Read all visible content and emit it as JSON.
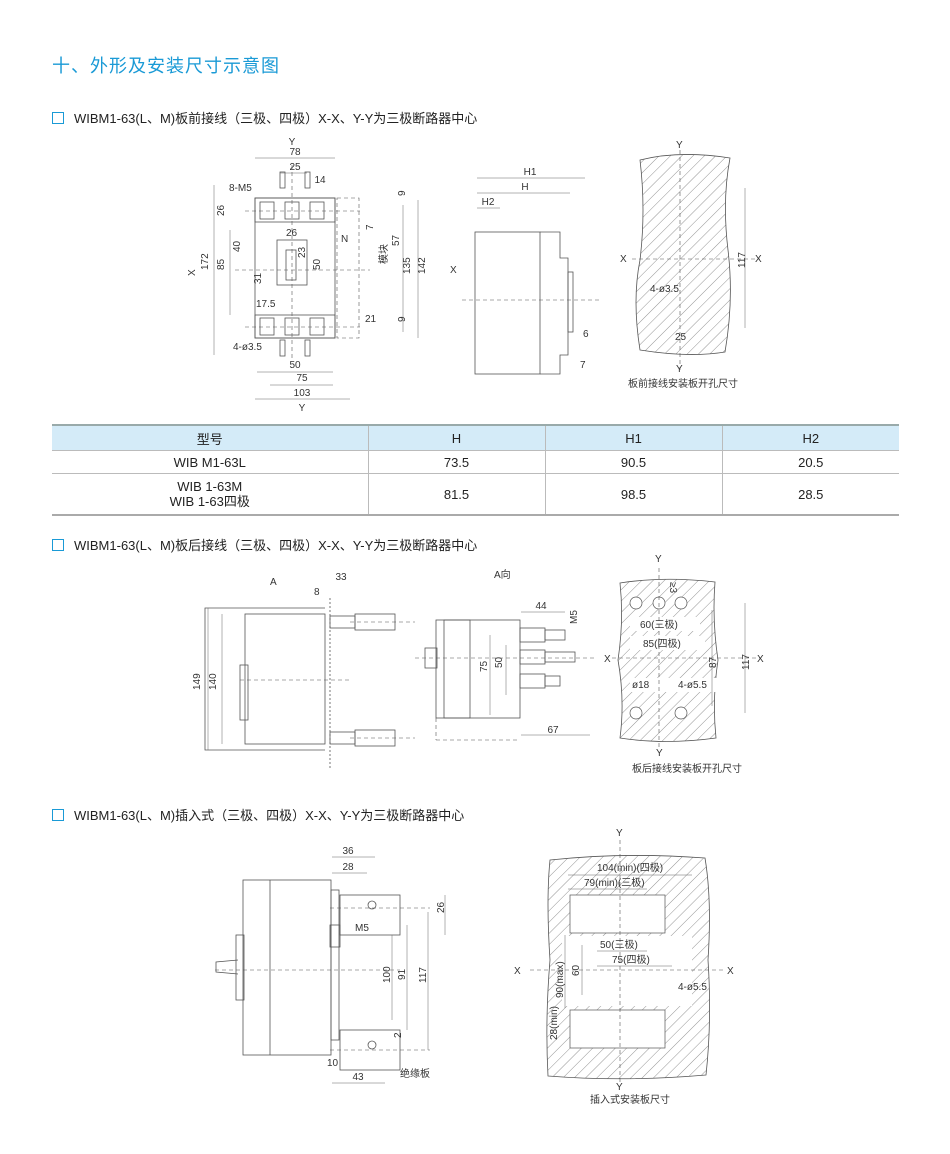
{
  "title": "十、外形及安装尺寸示意图",
  "sections": [
    {
      "heading": "WIBM1-63(L、M)板前接线（三极、四极）X-X、Y-Y为三极断路器中心"
    },
    {
      "heading": "WIBM1-63(L、M)板后接线（三极、四极）X-X、Y-Y为三极断路器中心"
    },
    {
      "heading": "WIBM1-63(L、M)插入式（三极、四极）X-X、Y-Y为三极断路器中心"
    }
  ],
  "table": {
    "headers": [
      "型号",
      "H",
      "H1",
      "H2"
    ],
    "rows": [
      {
        "model": "WIB M1-63L",
        "h": "73.5",
        "h1": "90.5",
        "h2": "20.5"
      },
      {
        "model_line1": "WIB 1-63M",
        "model_line2": "WIB 1-63四极",
        "h": "81.5",
        "h1": "98.5",
        "h2": "28.5"
      }
    ]
  },
  "drawing1": {
    "front": [
      "Y",
      "78",
      "25",
      "14",
      "8-M5",
      "26",
      "40",
      "85",
      "X",
      "172",
      "31",
      "17.5",
      "26",
      "23",
      "50",
      "N",
      "7",
      "57",
      "模块",
      "135",
      "142",
      "9",
      "9",
      "21",
      "4-ø3.5",
      "50",
      "75",
      "103",
      "Y"
    ],
    "side": [
      "H1",
      "H",
      "H2",
      "X",
      "6",
      "7"
    ],
    "plate": [
      "Y",
      "X",
      "X",
      "117",
      "4-ø3.5",
      "25",
      "Y"
    ],
    "caption": "板前接线安装板开孔尺寸"
  },
  "drawing2": {
    "side": [
      "A",
      "33",
      "8",
      "149",
      "140"
    ],
    "view_a": [
      "A向",
      "44",
      "M5",
      "75",
      "50",
      "67"
    ],
    "plate": [
      "Y",
      "≥3",
      "60(三极)",
      "85(四极)",
      "87",
      "117",
      "X",
      "X",
      "ø18",
      "4-ø5.5",
      "Y"
    ],
    "caption": "板后接线安装板开孔尺寸"
  },
  "drawing3": {
    "side": [
      "36",
      "28",
      "26",
      "M5",
      "100",
      "91",
      "117",
      "2",
      "10",
      "43",
      "绝缘板"
    ],
    "plate": [
      "Y",
      "104(min)(四极)",
      "79(min)(三极)",
      "50(三极)",
      "75(四极)",
      "X",
      "X",
      "90(max)",
      "60",
      "4-ø5.5",
      "28(min)",
      "Y"
    ],
    "caption": "插入式安装板尺寸"
  }
}
